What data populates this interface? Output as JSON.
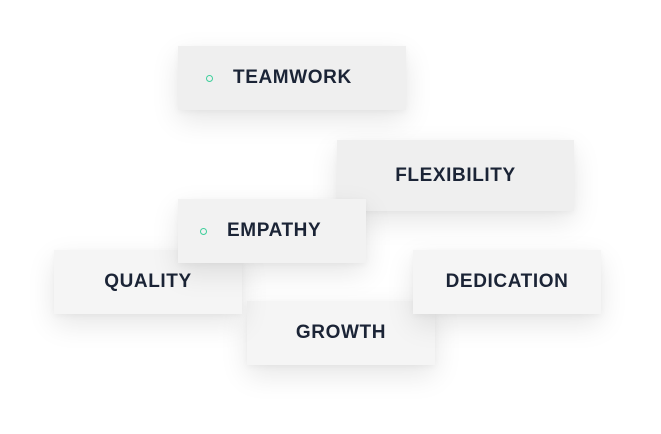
{
  "values": {
    "items": [
      {
        "id": "teamwork",
        "label": "TEAMWORK",
        "bullet": true
      },
      {
        "id": "flexibility",
        "label": "FLEXIBILITY",
        "bullet": false
      },
      {
        "id": "empathy",
        "label": "EMPATHY",
        "bullet": true
      },
      {
        "id": "quality",
        "label": "QUALITY",
        "bullet": false
      },
      {
        "id": "dedication",
        "label": "DEDICATION",
        "bullet": false
      },
      {
        "id": "growth",
        "label": "GROWTH",
        "bullet": false
      }
    ]
  },
  "colors": {
    "text": "#1b2436",
    "bullet": "#3ecf9b",
    "card": "#f5f5f5",
    "background": "#ffffff"
  },
  "icons": {
    "bullet": "circle-bullet-icon"
  }
}
